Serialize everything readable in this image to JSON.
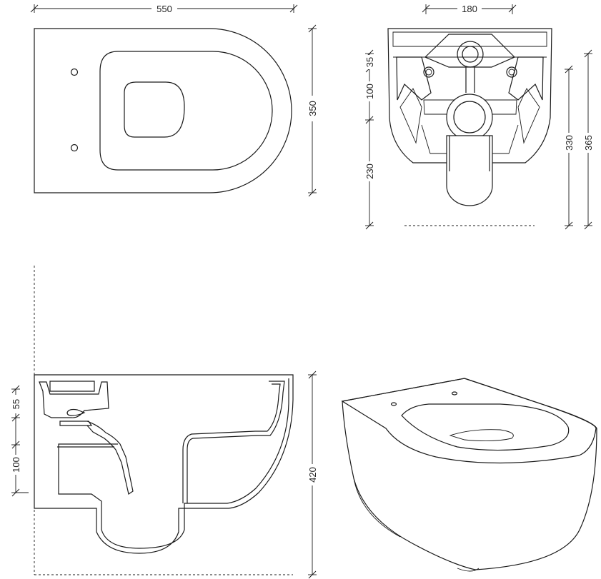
{
  "drawing": {
    "top_view": {
      "width_label": "550",
      "depth_label": "350"
    },
    "front_view": {
      "width_label": "180",
      "dim_35": "35",
      "dim_100": "100",
      "dim_230": "230",
      "dim_330": "330",
      "dim_365": "365"
    },
    "side_view": {
      "dim_55": "55",
      "dim_100": "100",
      "height_label": "420"
    }
  }
}
